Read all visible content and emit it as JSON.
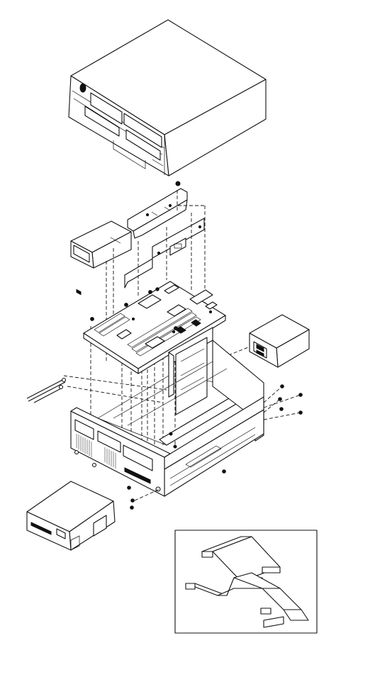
{
  "figure": {
    "type": "exploded-assembly-drawing",
    "colors": {
      "line": "#111111",
      "background": "#ffffff"
    },
    "parts": [
      "top-cover",
      "drive-bay-bracket",
      "front-drive",
      "io-bracket",
      "system-board",
      "power-supply",
      "chassis-base",
      "rear-panel",
      "floppy-drive",
      "screws",
      "standoffs",
      "cables-inset"
    ]
  }
}
